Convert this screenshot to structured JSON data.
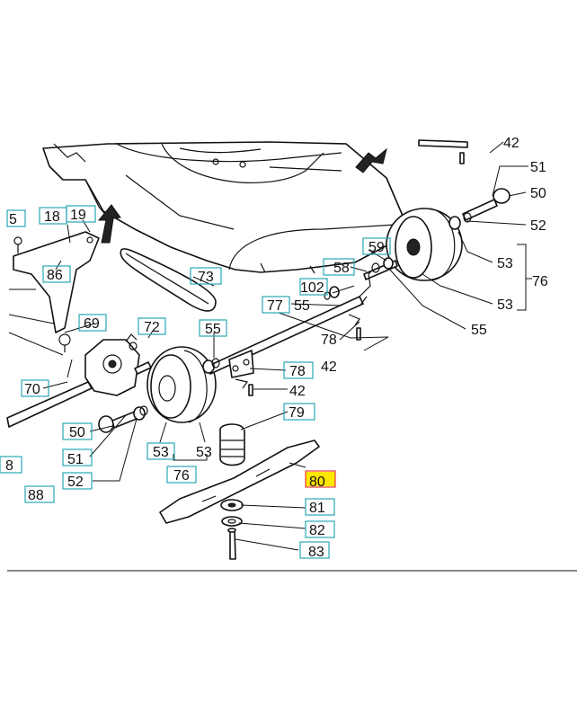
{
  "labels": {
    "p5": "5",
    "p18": "18",
    "p19": "19",
    "p86": "86",
    "p69": "69",
    "p70": "70",
    "p72": "72",
    "p73": "73",
    "p55a": "55",
    "p77": "77",
    "p55b": "55",
    "p102": "102",
    "p58": "58",
    "p59": "59",
    "p78a": "78",
    "p42a": "42",
    "p78b": "78",
    "p42b": "42",
    "p79": "79",
    "p80": "80",
    "p81": "81",
    "p82": "82",
    "p83": "83",
    "p50a": "50",
    "p51a": "51",
    "p52a": "52",
    "p53a": "53",
    "p53b": "53",
    "p76a": "76",
    "p8": "8",
    "p88": "88",
    "p51b": "51",
    "p50b": "50",
    "p52b": "52",
    "p53c": "53",
    "p53d": "53",
    "p76b": "76",
    "p55c": "55",
    "p42top": "42"
  },
  "highlight_color": "#ffe600",
  "box_color": "#2aa6b4",
  "highlighted_part": "80"
}
